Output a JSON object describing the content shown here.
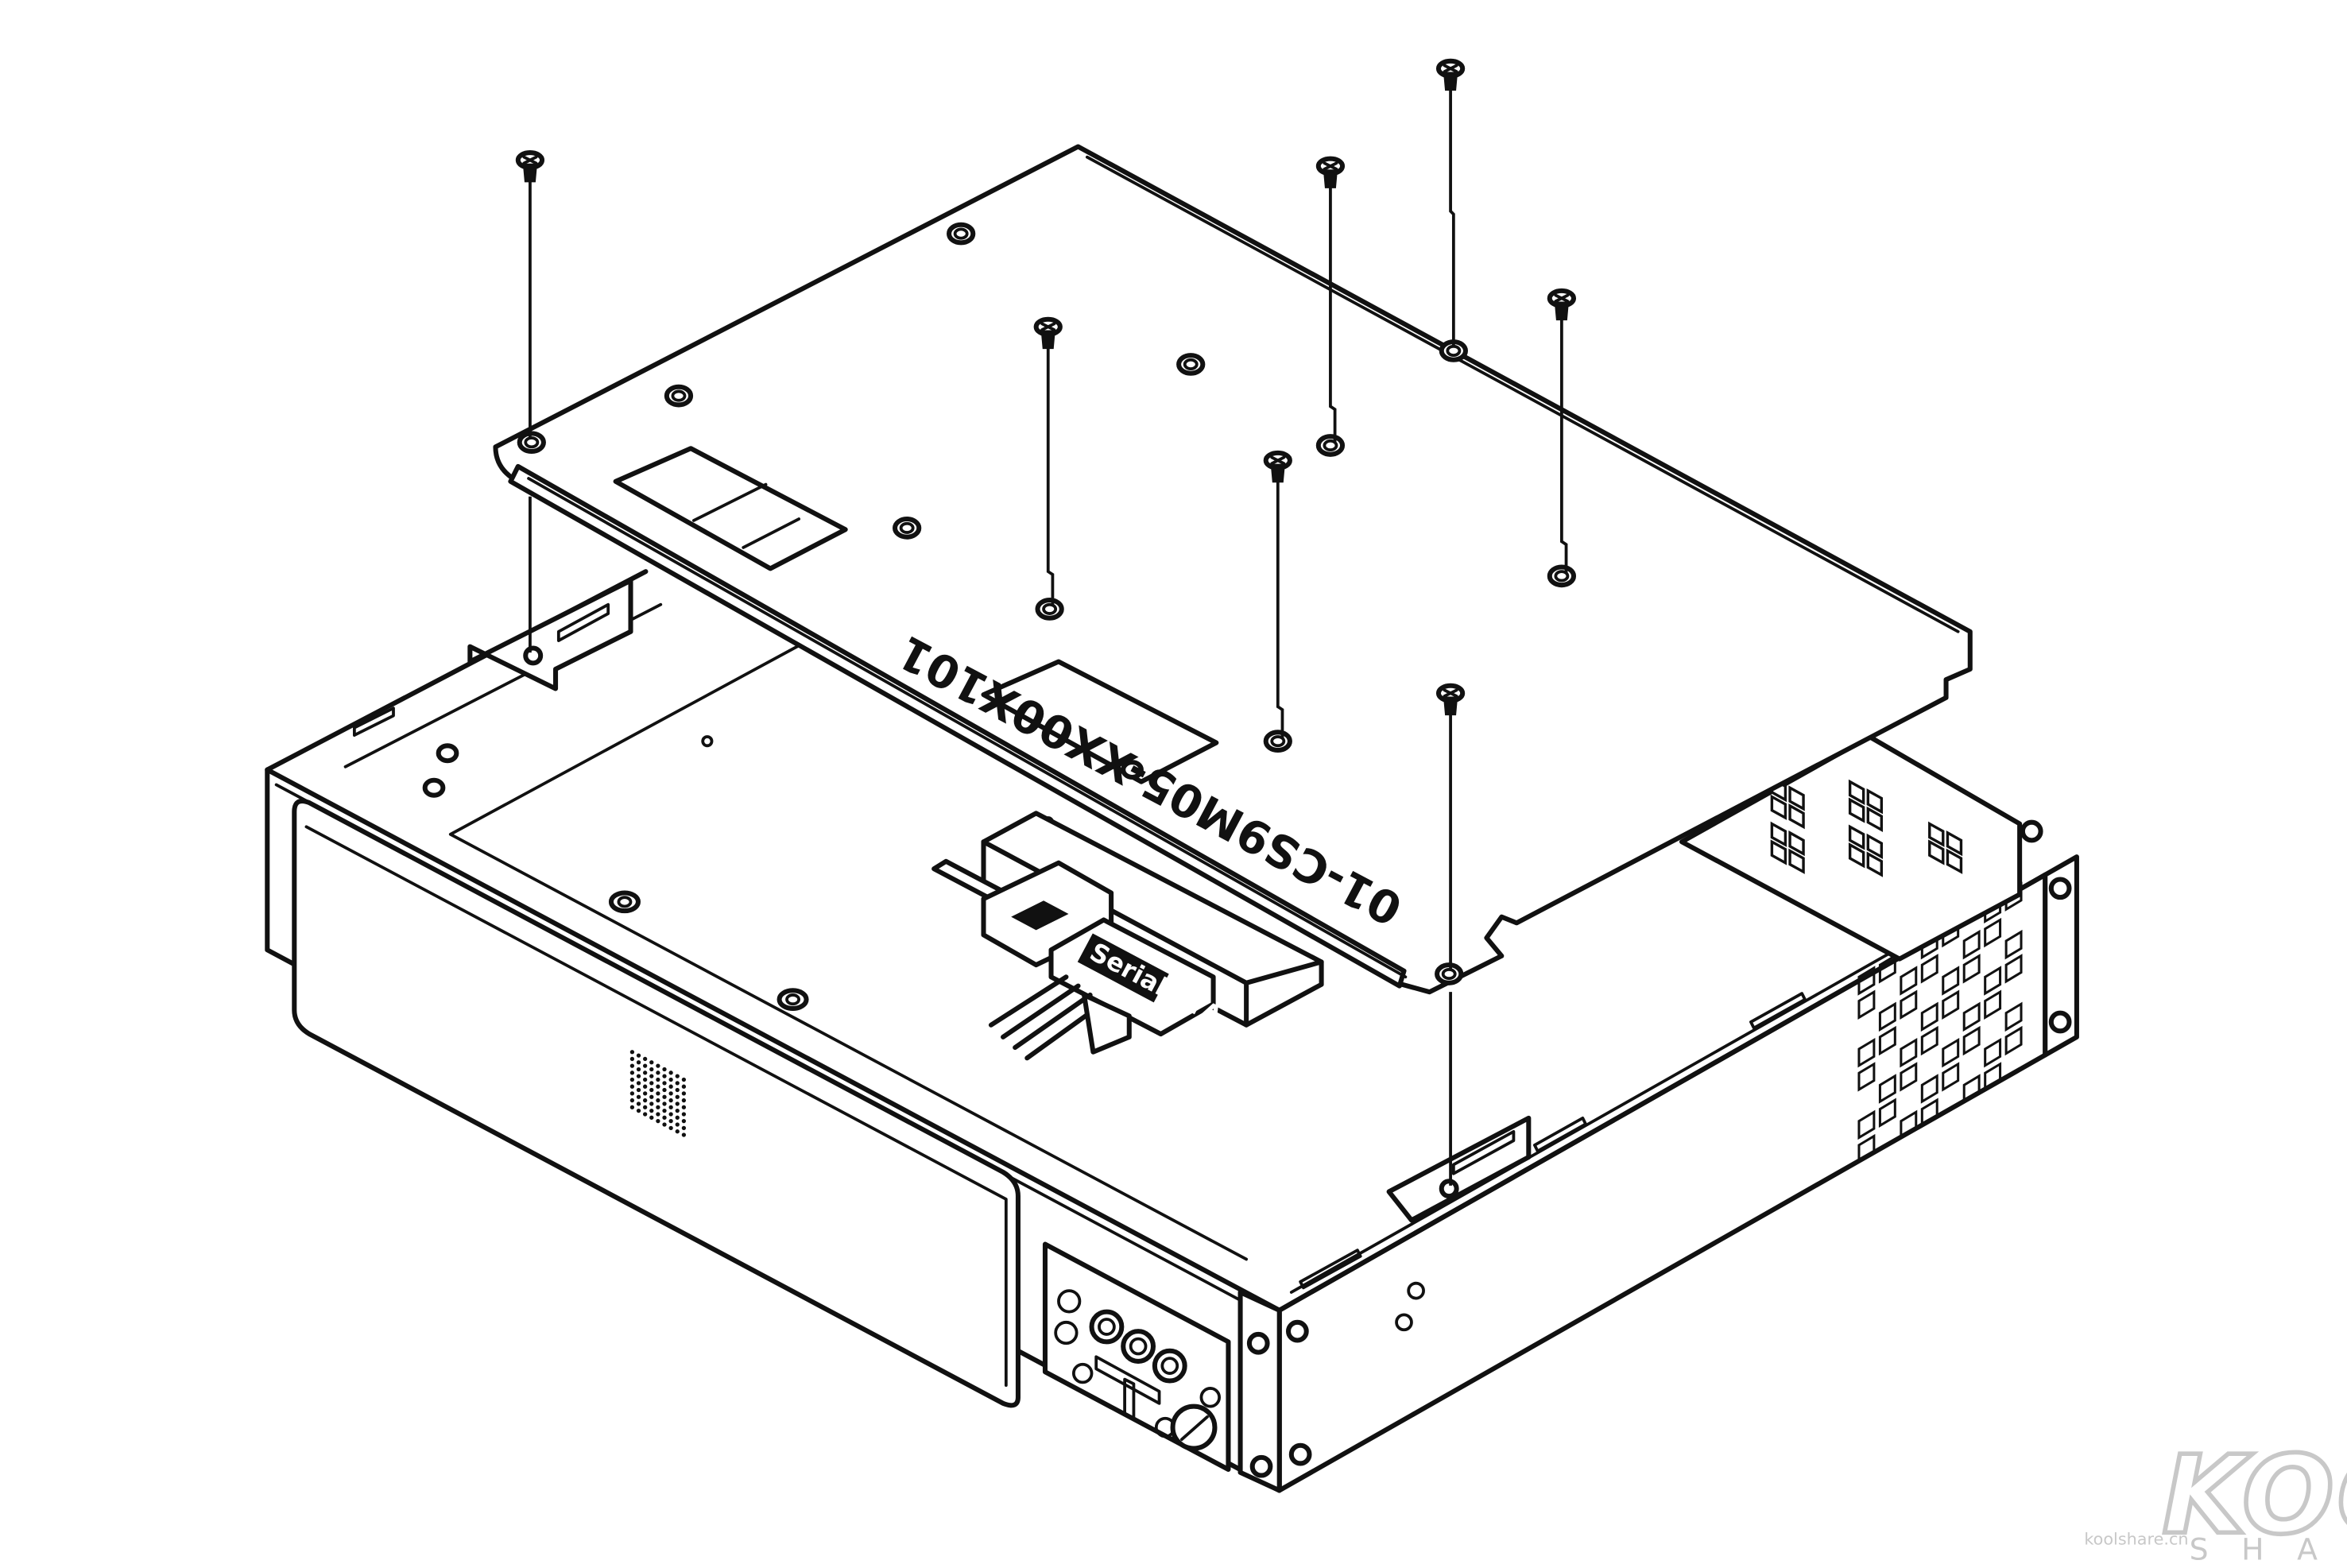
{
  "part_label": "01-CS9M05-XX00X101",
  "connector_label": "Serial ATA",
  "watermark": {
    "brand": "KOOL",
    "sub": "SHARE",
    "tiny": "koolshare.cn"
  }
}
